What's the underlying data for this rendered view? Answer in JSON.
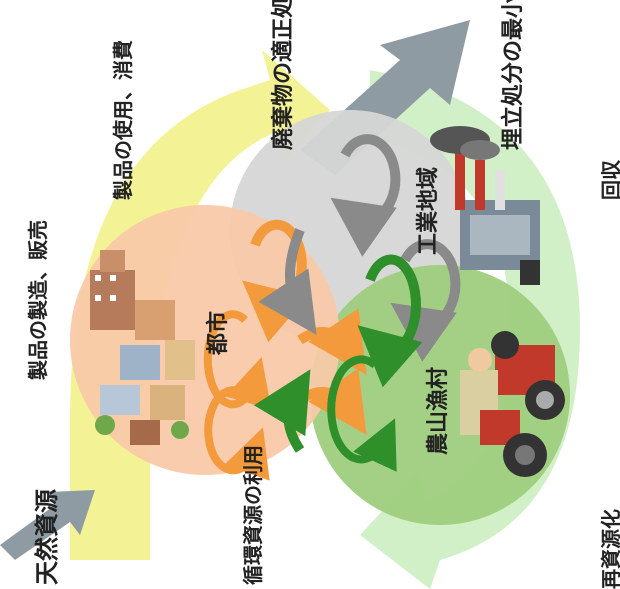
{
  "labels": {
    "natural_resources": "天然資源",
    "manufacture_sale": "製品の製造、販売",
    "use_consumption": "製品の使用、消費",
    "waste_treatment": "廃棄物の適正処理",
    "landfill_min": "埋立処分の最小化",
    "recycled_use": "循環資源の利用",
    "recovery": "回収",
    "reuse": "再資源化",
    "city": "都市",
    "industrial": "工業地域",
    "rural": "農山漁村"
  },
  "colors": {
    "yellow_arrow": "#f2f28a",
    "green_arrow": "#cdeec2",
    "gray_arrow": "#8f9ba3",
    "city_circle": "#f8c9a8",
    "industrial_circle": "#d6d6d6",
    "rural_circle": "#9fce7e",
    "orange_loop": "#f39a3c",
    "gray_loop": "#8a8a8a",
    "green_loop": "#2f8f2a"
  },
  "icons": [
    "city-buildings-icon",
    "factory-icon",
    "farmer-tractor-icon"
  ]
}
